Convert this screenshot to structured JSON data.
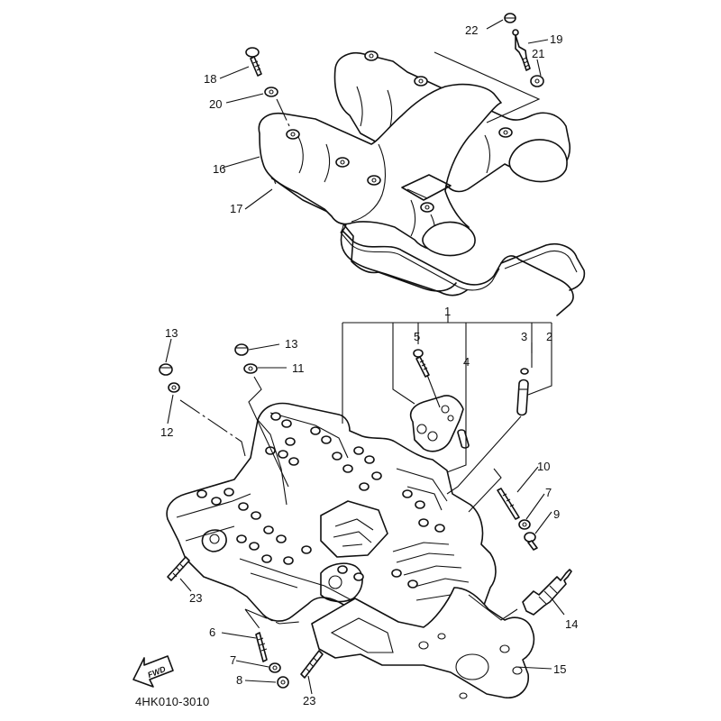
{
  "diagram": {
    "title": "Cylinder head exploded parts diagram",
    "drawing_code": "4HK010-3010",
    "direction_indicator": "FWD",
    "callouts": [
      {
        "id": "c1",
        "label": "1"
      },
      {
        "id": "c2",
        "label": "2"
      },
      {
        "id": "c3",
        "label": "3"
      },
      {
        "id": "c4",
        "label": "4"
      },
      {
        "id": "c5",
        "label": "5"
      },
      {
        "id": "c6",
        "label": "6"
      },
      {
        "id": "c7a",
        "label": "7"
      },
      {
        "id": "c7b",
        "label": "7"
      },
      {
        "id": "c8",
        "label": "8"
      },
      {
        "id": "c9",
        "label": "9"
      },
      {
        "id": "c10",
        "label": "10"
      },
      {
        "id": "c11",
        "label": "11"
      },
      {
        "id": "c12",
        "label": "12"
      },
      {
        "id": "c13a",
        "label": "13"
      },
      {
        "id": "c13b",
        "label": "13"
      },
      {
        "id": "c14",
        "label": "14"
      },
      {
        "id": "c15",
        "label": "15"
      },
      {
        "id": "c16",
        "label": "16"
      },
      {
        "id": "c17",
        "label": "17"
      },
      {
        "id": "c18",
        "label": "18"
      },
      {
        "id": "c19",
        "label": "19"
      },
      {
        "id": "c20",
        "label": "20"
      },
      {
        "id": "c21",
        "label": "21"
      },
      {
        "id": "c22",
        "label": "22"
      },
      {
        "id": "c23a",
        "label": "23"
      },
      {
        "id": "c23b",
        "label": "23"
      }
    ]
  }
}
